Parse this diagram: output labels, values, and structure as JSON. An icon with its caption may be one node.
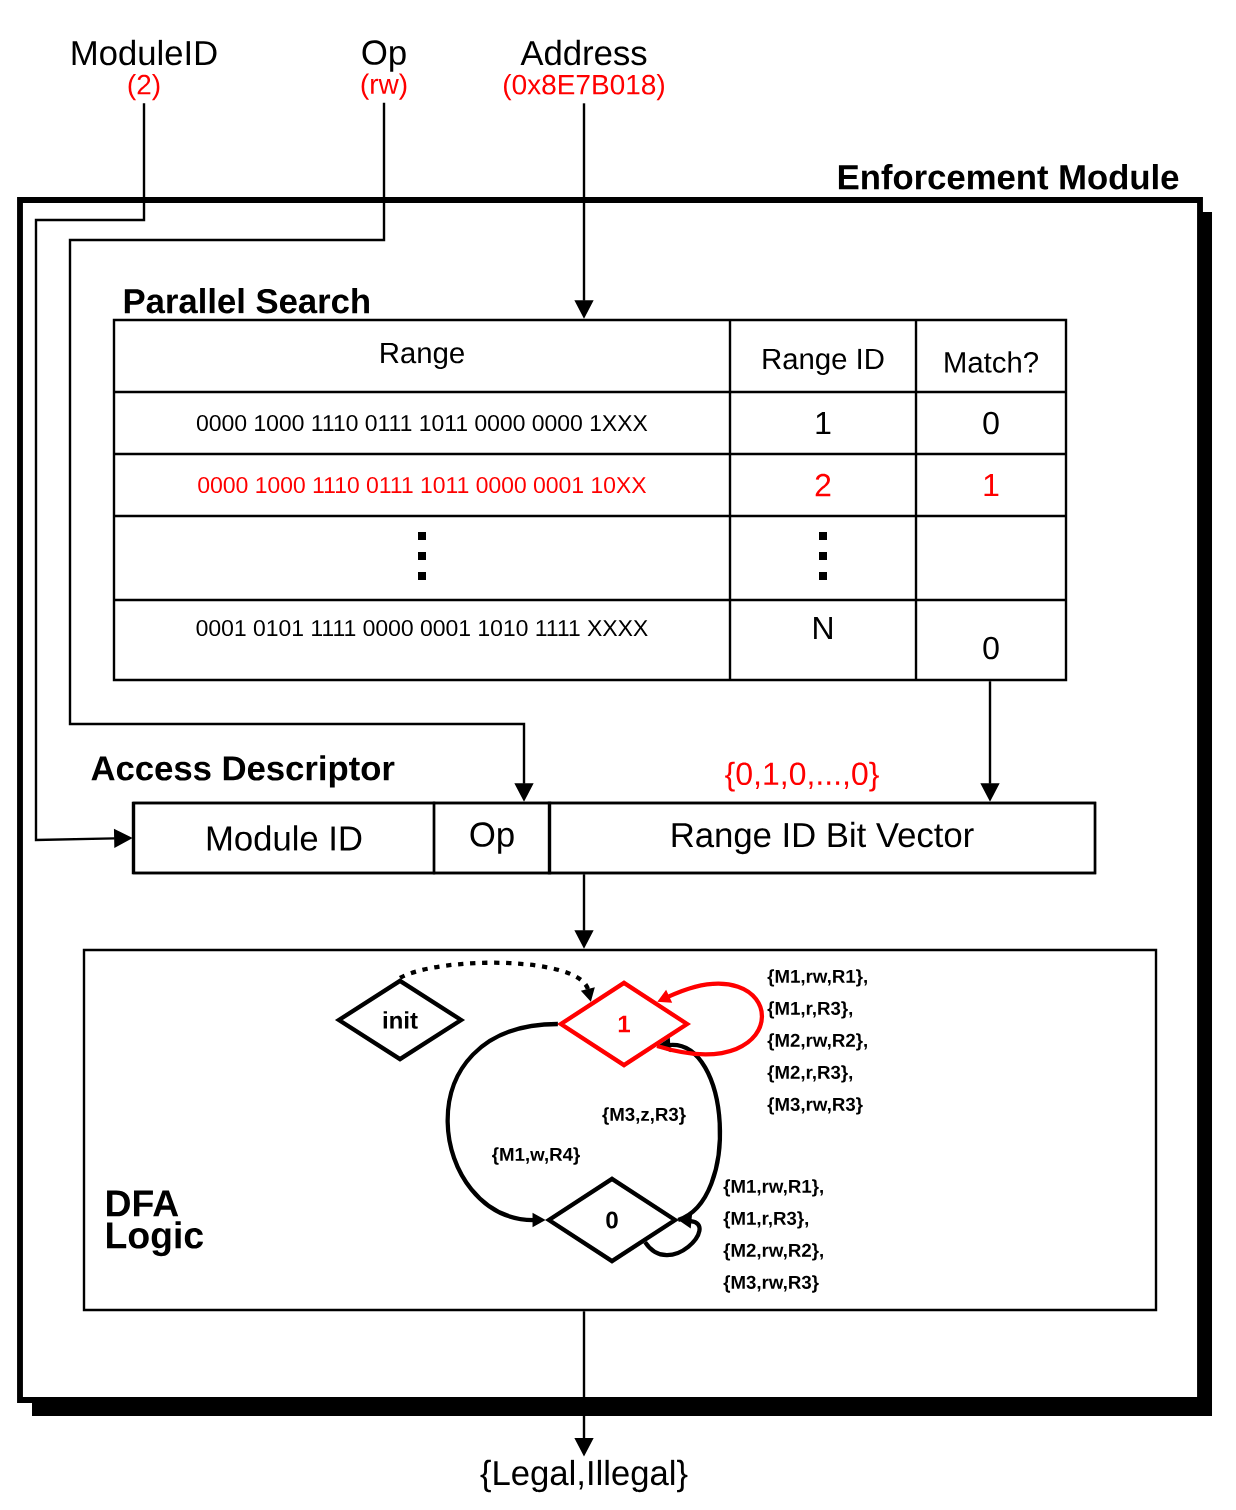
{
  "diagram": {
    "nodes": [
      {
        "text": [
          "ModuleID",
          "(2)"
        ]
      },
      {
        "text": [
          "Op",
          "(rw)"
        ]
      },
      {
        "text": [
          "Address",
          "(0x8E7B018)"
        ]
      },
      {
        "text": [
          "Enforcement Module"
        ]
      },
      {
        "text": [
          "Parallel Search"
        ],
        "in": 3
      },
      {
        "text": [
          "Access Descriptor"
        ],
        "in": 3
      },
      {
        "text": [
          "Module ID"
        ],
        "in": 5
      },
      {
        "text": [
          "Op"
        ],
        "in": 5
      },
      {
        "text": [
          "Range ID Bit Vector"
        ],
        "in": 5,
        "beside": [
          "{0,1,0,...,0}"
        ]
      },
      {
        "text": [
          "DFA Logic"
        ],
        "in": 3
      },
      {
        "text": [
          "init"
        ],
        "in": 9
      },
      {
        "text": [
          "1"
        ],
        "in": 9
      },
      {
        "text": [
          "0"
        ],
        "in": 9
      },
      {
        "text": [
          "{Legal,Illegal}"
        ]
      }
    ],
    "edges": [
      {
        "from": 0,
        "to": 6,
        "arrow": "to"
      },
      {
        "from": 1,
        "to": 7,
        "arrow": "to"
      },
      {
        "from": 2,
        "to": 4,
        "arrow": "to"
      },
      {
        "from": 4,
        "to": 8,
        "arrow": "to"
      },
      {
        "from": 8,
        "to": 9,
        "arrow": "to"
      },
      {
        "from": 9,
        "to": 13,
        "arrow": "to"
      },
      {
        "from": 10,
        "to": 11,
        "arrow": "to",
        "style": "dashed"
      },
      {
        "from": 11,
        "to": 12,
        "arrow": "to",
        "label": "{M1,w,R4}"
      },
      {
        "from": 12,
        "to": 11,
        "arrow": "to",
        "label": "{M3,z,R3}"
      },
      {
        "from": 11,
        "to": 11,
        "arrow": "to",
        "color": "#ff0000",
        "label": "{M1,rw,R1}, {M1,r,R3}, {M2,rw,R2}, {M2,r,R3}, {M3,rw,R3}"
      },
      {
        "from": 12,
        "to": 12,
        "arrow": "to",
        "label": "{M1,rw,R1}, {M1,r,R3}, {M2,rw,R2}, {M3,rw,R3}"
      }
    ],
    "labels": [
      "Range",
      "Range ID",
      "Match?",
      "0000 1000 1110 0111 1011 0000 0000 1XXX",
      "1",
      "0",
      "0000 1000 1110 0111 1011 0000 0001 10XX",
      "2",
      "1",
      "0001 0101 1111 0000 0001 1010 1111 XXXX",
      "N",
      "0"
    ]
  }
}
